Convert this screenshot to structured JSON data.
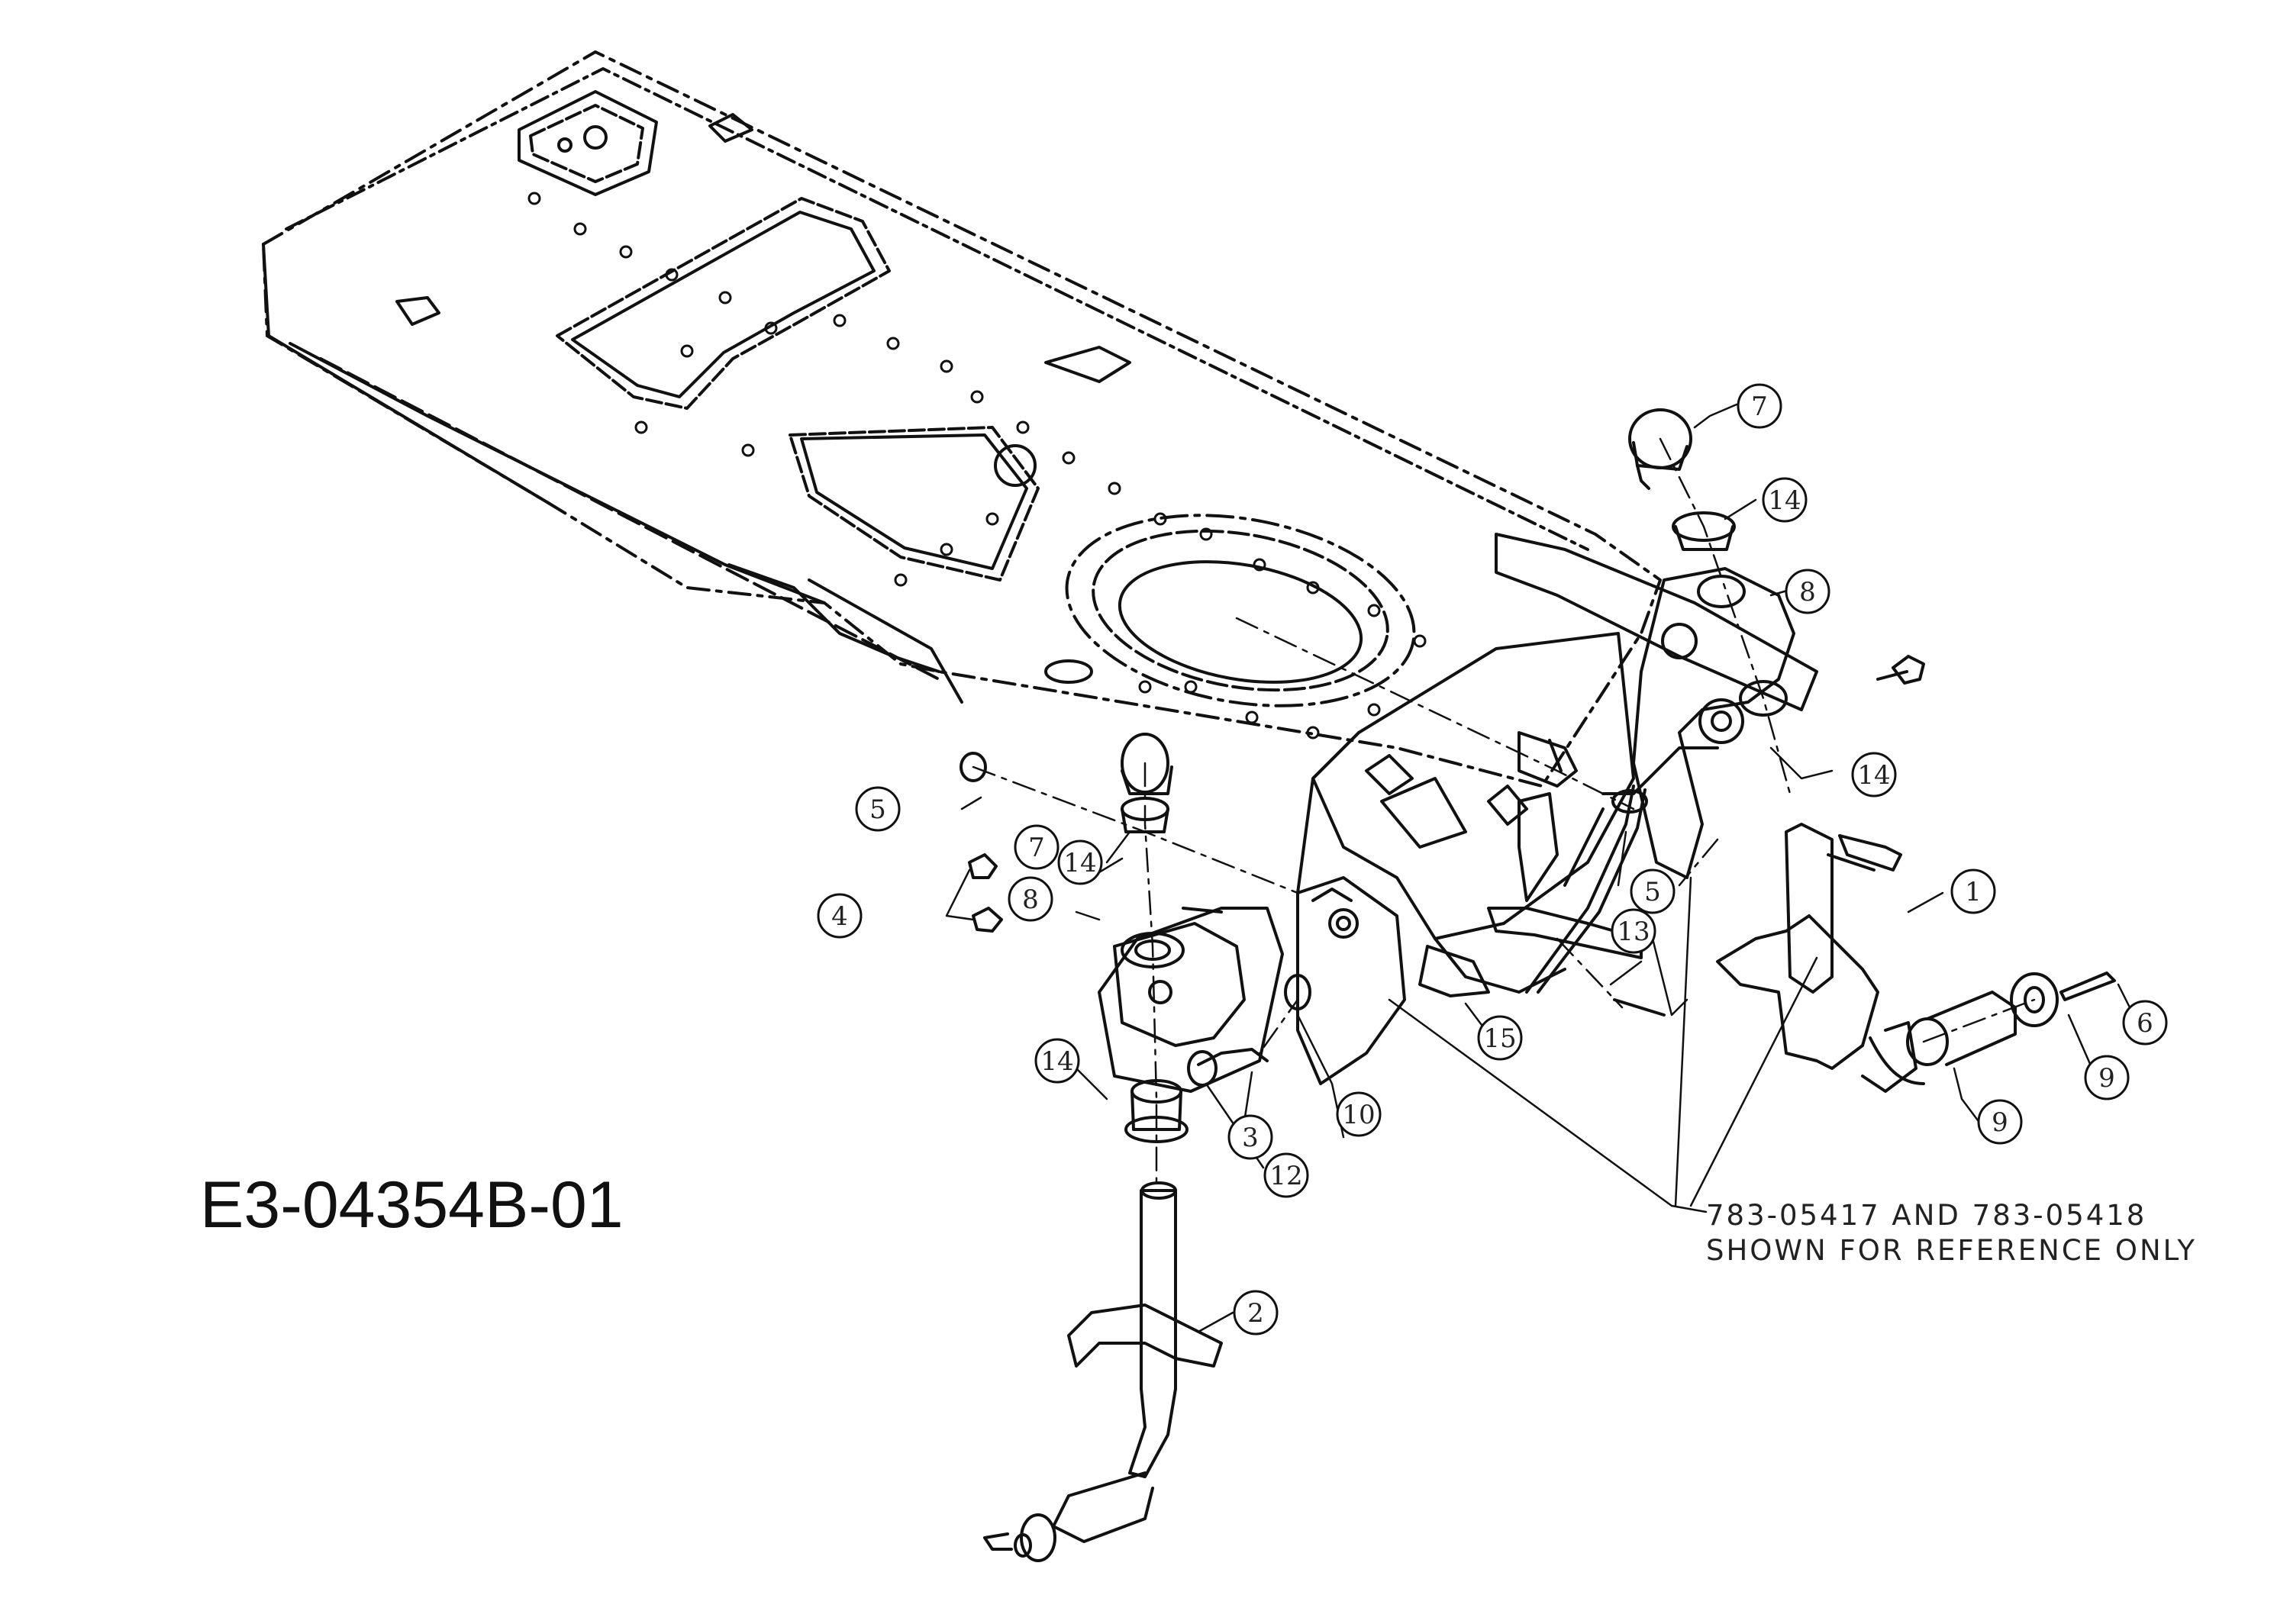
{
  "diagram": {
    "code": "E3-04354B-01",
    "note_line1": "783-05417 AND 783-05418",
    "note_line2": "SHOWN FOR REFERENCE ONLY",
    "callouts": [
      "7",
      "14",
      "8",
      "14",
      "5",
      "7",
      "14",
      "8",
      "4",
      "5",
      "13",
      "1",
      "6",
      "15",
      "9",
      "9",
      "10",
      "3",
      "12",
      "14",
      "2"
    ]
  }
}
